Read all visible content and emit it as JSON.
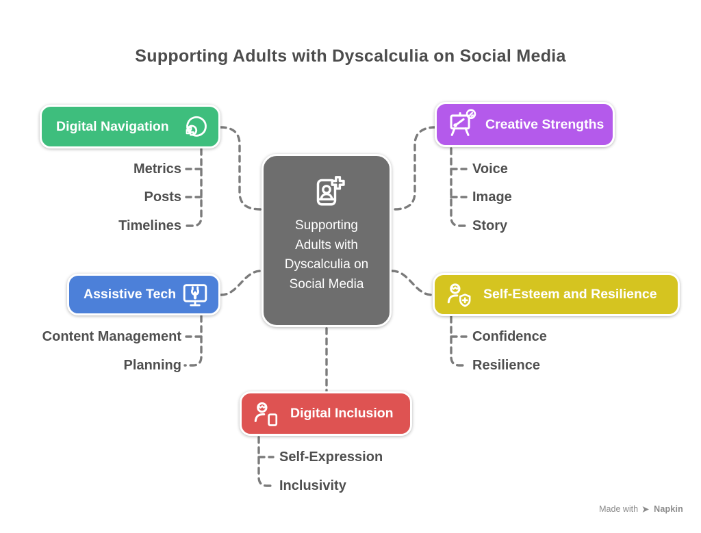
{
  "title": "Supporting Adults with Dyscalculia on Social Media",
  "center": {
    "label": "Supporting Adults with Dyscalculia on Social Media",
    "icon": "person-card-plus-icon",
    "color": "#6E6E6E"
  },
  "branches": [
    {
      "label": "Digital Navigation",
      "color": "#3EBE7D",
      "icon": "spiral-compass-icon",
      "children": [
        "Metrics",
        "Posts",
        "Timelines"
      ]
    },
    {
      "label": "Creative Strengths",
      "color": "#B45AEB",
      "icon": "easel-paintbrush-icon",
      "children": [
        "Voice",
        "Image",
        "Story"
      ]
    },
    {
      "label": "Assistive Tech",
      "color": "#4C80D9",
      "icon": "monitor-wrench-icon",
      "children": [
        "Content Management",
        "Planning"
      ]
    },
    {
      "label": "Self-Esteem and Resilience",
      "color": "#D5C420",
      "icon": "person-shield-plus-icon",
      "children": [
        "Confidence",
        "Resilience"
      ]
    },
    {
      "label": "Digital Inclusion",
      "color": "#DE5352",
      "icon": "person-tablet-icon",
      "children": [
        "Self-Expression",
        "Inclusivity"
      ]
    }
  ],
  "connector_color": "#7B7B7B",
  "watermark": {
    "prefix": "Made with",
    "brand": "Napkin"
  }
}
